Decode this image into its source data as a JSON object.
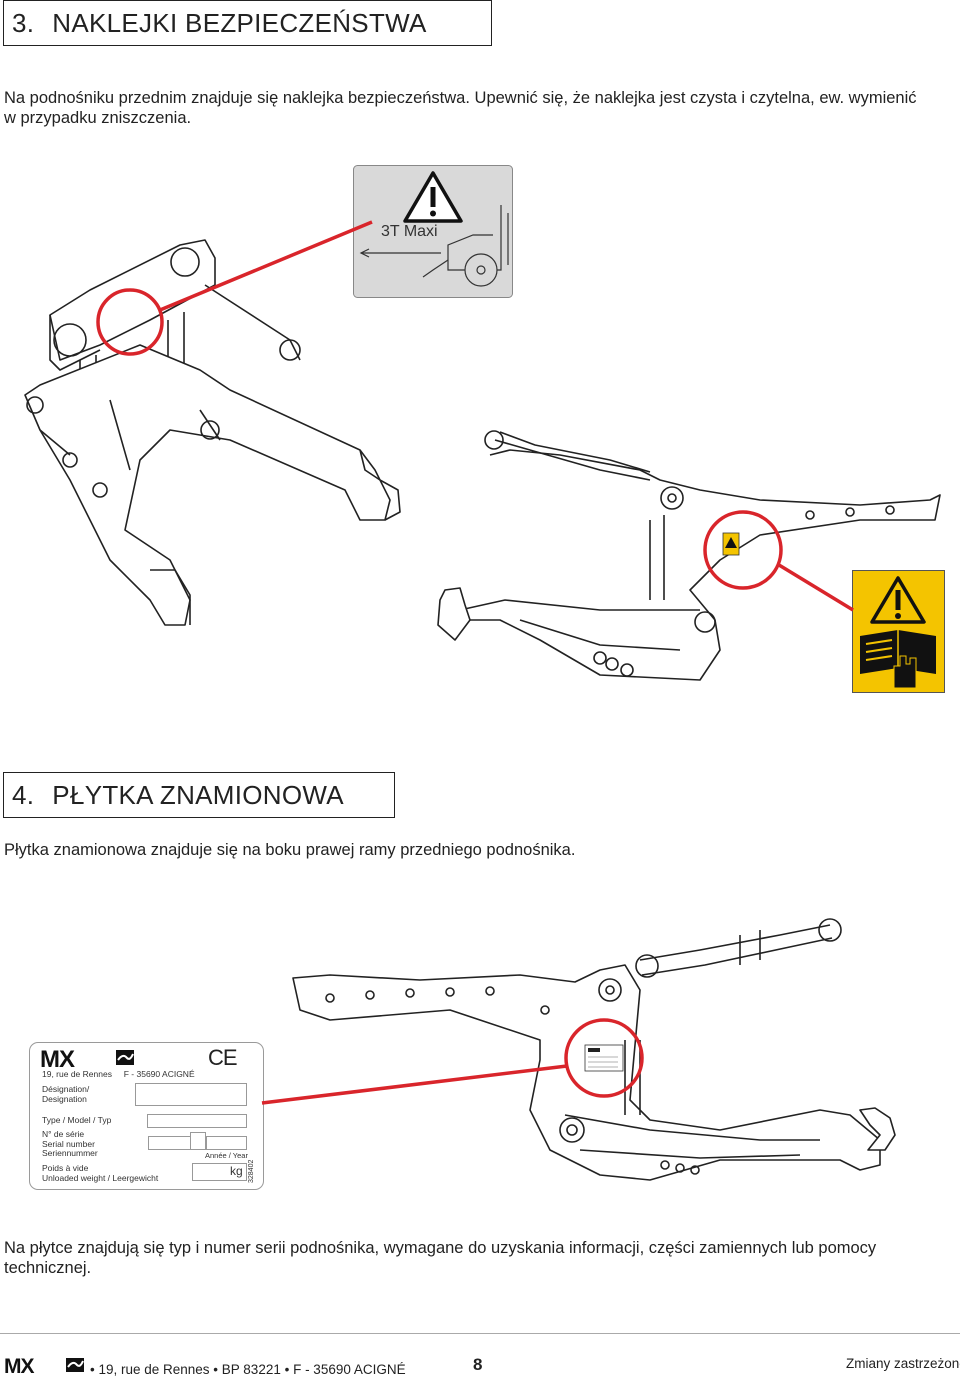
{
  "section3": {
    "number": "3.",
    "title": "NAKLEJKI BEZPIECZEŃSTWA",
    "paragraph_line1": "Na podnośniku przednim znajduje się naklejka bezpieczeństwa. Upewnić się, że naklejka jest czysta i czytelna, ew. wymienić",
    "paragraph_line2": "w przypadku zniszczenia.",
    "decal_label": "3T Maxi"
  },
  "section4": {
    "number": "4.",
    "title": "PŁYTKA ZNAMIONOWA",
    "paragraph": "Płytka znamionowa znajduje się na boku prawej ramy przedniego podnośnika.",
    "closing_line1": "Na płytce znajdują się typ i numer serii podnośnika, wymagane do uzyskania informacji, części zamiennych lub pomocy",
    "closing_line2": "technicznej."
  },
  "nameplate": {
    "logo": "MX",
    "ce_mark": "CE",
    "address": "19, rue de Rennes     F - 35690 ACIGNÉ",
    "designation_1": "Désignation/",
    "designation_2": "Designation",
    "type_label": "Type / Model / Typ",
    "serial_1": "N° de série",
    "serial_2": "Serial number",
    "serial_3": "Seriennummer",
    "year_label": "Année / Year",
    "weight_1": "Poids à vide",
    "weight_2": "Unloaded weight / Leergewicht",
    "weight_unit": "kg",
    "part_code": "328402"
  },
  "footer": {
    "logo": "MX",
    "address": "• 19, rue de Rennes • BP 83221 • F - 35690 ACIGNÉ",
    "page_number": "8",
    "note": "Zmiany zastrzeżone"
  },
  "colors": {
    "callout_red": "#d9252b",
    "decal_yellow": "#f4c400",
    "decal_grey": "#d9d9d9",
    "text": "#222222"
  }
}
